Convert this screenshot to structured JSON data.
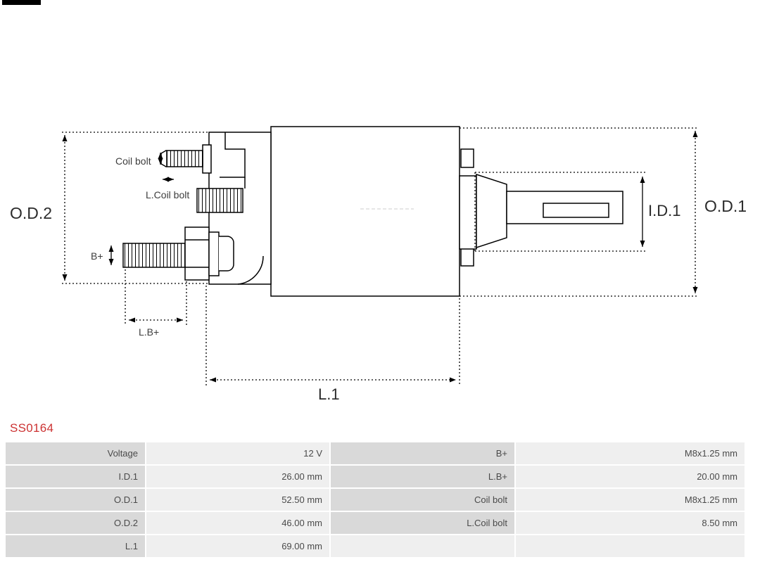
{
  "part_number": "SS0164",
  "diagram": {
    "labels": {
      "od2": "O.D.2",
      "od1": "O.D.1",
      "id1": "I.D.1",
      "l1": "L.1",
      "coil_bolt": "Coil bolt",
      "l_coil_bolt": "L.Coil bolt",
      "b_plus": "B+",
      "l_b_plus": "L.B+"
    }
  },
  "table": {
    "rows": [
      {
        "label1": "Voltage",
        "value1": "12 V",
        "label2": "B+",
        "value2": "M8x1.25 mm"
      },
      {
        "label1": "I.D.1",
        "value1": "26.00 mm",
        "label2": "L.B+",
        "value2": "20.00 mm"
      },
      {
        "label1": "O.D.1",
        "value1": "52.50 mm",
        "label2": "Coil bolt",
        "value2": "M8x1.25 mm"
      },
      {
        "label1": "O.D.2",
        "value1": "46.00 mm",
        "label2": "L.Coil bolt",
        "value2": "8.50 mm"
      },
      {
        "label1": "L.1",
        "value1": "69.00 mm",
        "label2": "",
        "value2": ""
      }
    ]
  },
  "colors": {
    "part_number_red": "#cc3232",
    "table_label_bg": "#d9d9d9",
    "table_value_bg": "#efefef",
    "line_color": "#000000"
  }
}
